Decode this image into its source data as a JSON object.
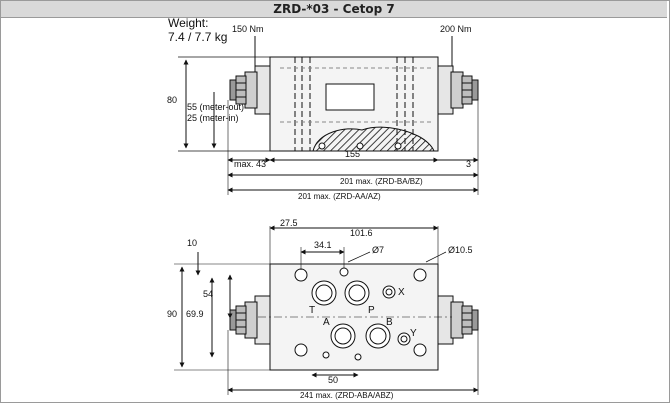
{
  "title": "ZRD-*03 - Cetop 7",
  "weight": {
    "label": "Weight:",
    "value": "7.4 / 7.7 kg"
  },
  "top_view": {
    "torque_left": "150 Nm",
    "torque_right": "200 Nm",
    "height": "80",
    "meter_out": "55 (meter-out)",
    "meter_in": "25 (meter-in)",
    "max43": "max. 43",
    "dim155": "155",
    "dim3": "3",
    "dim201_ba": "201 max. (ZRD-BA/BZ)",
    "dim201_aa": "201 max. (ZRD-AA/AZ)"
  },
  "bottom_view": {
    "dim10": "10",
    "dim27_5": "27.5",
    "dim101_6": "101.6",
    "dim34_1": "34.1",
    "dia7": "Ø7",
    "dia10_5": "Ø10.5",
    "dim54": "54",
    "dim90": "90",
    "dim69_9": "69.9",
    "dim50": "50",
    "dim241": "241 max. (ZRD-ABA/ABZ)",
    "port_x": "X",
    "port_t": "T",
    "port_p": "P",
    "port_a": "A",
    "port_b": "B",
    "port_y": "Y"
  }
}
